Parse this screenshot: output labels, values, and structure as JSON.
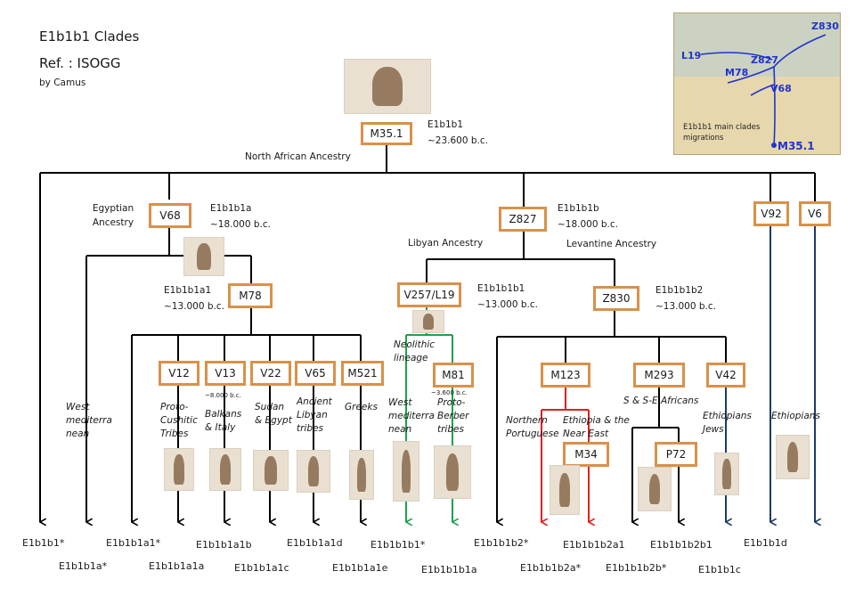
{
  "header": {
    "title": "E1b1b1 Clades",
    "ref": "Ref. : ISOGG",
    "author": "by  Camus"
  },
  "map": {
    "caption": "E1b1b1 main clades migrations",
    "labels": [
      "Z830",
      "L19",
      "Z827",
      "M78",
      "V68",
      "M35.1"
    ]
  },
  "nodes": {
    "m351": "M35.1",
    "v68": "V68",
    "z827": "Z827",
    "v92": "V92",
    "v6": "V6",
    "m78": "M78",
    "v257": "V257/L19",
    "z830": "Z830",
    "v12": "V12",
    "v13": "V13",
    "v22": "V22",
    "v65": "V65",
    "m521": "M521",
    "m81": "M81",
    "m123": "M123",
    "m293": "M293",
    "v42": "V42",
    "m34": "M34",
    "p72": "P72"
  },
  "node_notes": {
    "m351_a": "E1b1b1",
    "m351_b": "~23.600 b.c.",
    "v68_a": "E1b1b1a",
    "v68_b": "~18.000 b.c.",
    "z827_a": "E1b1b1b",
    "z827_b": "~18.000 b.c.",
    "m78_a": "E1b1b1a1",
    "m78_b": "~13.000 b.c.",
    "v257_a": "E1b1b1b1",
    "v257_b": "~13.000 b.c.",
    "z830_a": "E1b1b1b2",
    "z830_b": "~13.000 b.c.",
    "v13_age": "~8.000 b.c.",
    "m81_age": "~3.600 b.c."
  },
  "ancestry": {
    "north_african": "North African Ancestry",
    "egyptian": "Egyptian Ancestry",
    "libyan": "Libyan Ancestry",
    "levantine": "Levantine Ancestry"
  },
  "populations": {
    "west_med_1": "West mediterra nean",
    "proto_cushitic": "Proto- Cushitic Tribes",
    "balkans": "Balkans & Italy",
    "sudan": "Sudan & Egypt",
    "ancient_libyan": "Ancient Libyan tribes",
    "greeks": "Greeks",
    "neolithic": "Neolithic lineage",
    "west_med_2": "West mediterra nean",
    "proto_berber": "Proto- Berber tribes",
    "northern_portuguese": "Northern Portuguese",
    "ethiopia_near_east": "Ethiopia & the Near East",
    "s_se_africans": "S & S-E Africans",
    "ethiopians_jews": "Ethiopians Jews",
    "ethiopians": "Ethiopians"
  },
  "leaves": [
    "E1b1b1*",
    "E1b1b1a*",
    "E1b1b1a1*",
    "E1b1b1a1a",
    "E1b1b1a1b",
    "E1b1b1a1c",
    "E1b1b1a1d",
    "E1b1b1a1e",
    "E1b1b1b1*",
    "E1b1b1b1a",
    "E1b1b1b2*",
    "E1b1b1b2a*",
    "E1b1b1b2a1",
    "E1b1b1b2b*",
    "E1b1b1b2b1",
    "E1b1b1c",
    "E1b1b1d"
  ],
  "colors": {
    "box_border": "#d9914a",
    "tree_line": "#000000",
    "green_branch": "#1aa34a",
    "red_branch": "#e0201c",
    "navy_branch": "#1b3a6b"
  }
}
